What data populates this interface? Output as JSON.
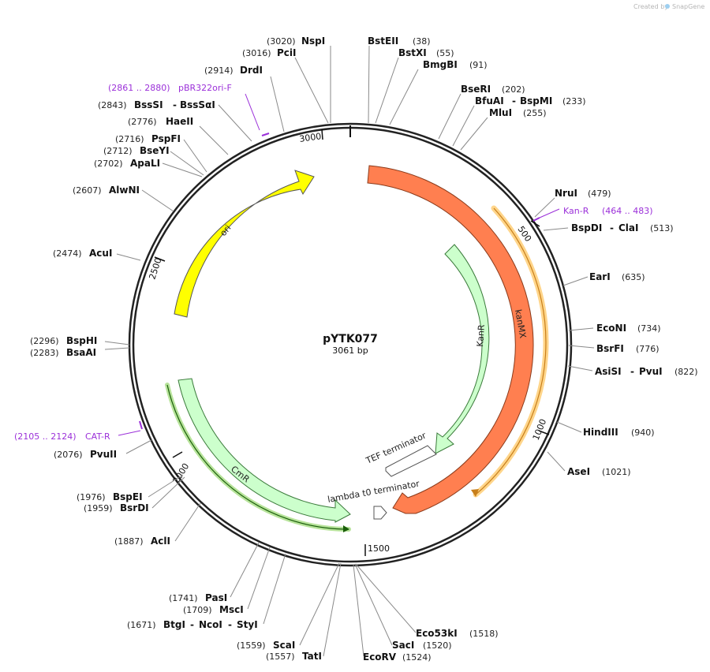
{
  "plasmid": {
    "name": "pYTK077",
    "size_label": "3061 bp",
    "length": 3061
  },
  "credit": {
    "prefix": "Created by",
    "brand": "SnapGene"
  },
  "ticks": [
    "500",
    "1000",
    "1500",
    "2000",
    "2500",
    "3000"
  ],
  "sites": {
    "NspI": {
      "name": "NspI",
      "pos": "(3020)"
    },
    "PciI": {
      "name": "PciI",
      "pos": "(3016)"
    },
    "BstEII": {
      "name": "BstEII",
      "pos": "(38)"
    },
    "BstXI": {
      "name": "BstXI",
      "pos": "(55)"
    },
    "BmgBI": {
      "name": "BmgBI",
      "pos": "(91)"
    },
    "DrdI": {
      "name": "DrdI",
      "pos": "(2914)"
    },
    "BseRI": {
      "name": "BseRI",
      "pos": "(202)"
    },
    "BfuAI": {
      "name": "BfuAI",
      "pos": "(233)"
    },
    "BspMI": {
      "name": "BspMI"
    },
    "MluI": {
      "name": "MluI",
      "pos": "(255)"
    },
    "BssSI": {
      "name": "BssSI",
      "pos": "(2843)"
    },
    "BssSaI": {
      "name": "BssSαI"
    },
    "HaeII": {
      "name": "HaeII",
      "pos": "(2776)"
    },
    "PspFI": {
      "name": "PspFI",
      "pos": "(2716)"
    },
    "BseYI": {
      "name": "BseYI",
      "pos": "(2712)"
    },
    "ApaLI": {
      "name": "ApaLI",
      "pos": "(2702)"
    },
    "AlwNI": {
      "name": "AlwNI",
      "pos": "(2607)"
    },
    "NruI": {
      "name": "NruI",
      "pos": "(479)"
    },
    "BspDI": {
      "name": "BspDI",
      "pos": "(513)"
    },
    "ClaI": {
      "name": "ClaI"
    },
    "AcuI": {
      "name": "AcuI",
      "pos": "(2474)"
    },
    "EarI": {
      "name": "EarI",
      "pos": "(635)"
    },
    "EcoNI": {
      "name": "EcoNI",
      "pos": "(734)"
    },
    "BsrFI": {
      "name": "BsrFI",
      "pos": "(776)"
    },
    "AsiSI": {
      "name": "AsiSI",
      "pos": "(822)"
    },
    "PvuI": {
      "name": "PvuI"
    },
    "BspHI": {
      "name": "BspHI",
      "pos": "(2296)"
    },
    "BsaAI": {
      "name": "BsaAI",
      "pos": "(2283)"
    },
    "HindIII": {
      "name": "HindIII",
      "pos": "(940)"
    },
    "PvuII": {
      "name": "PvuII",
      "pos": "(2076)"
    },
    "AseI": {
      "name": "AseI",
      "pos": "(1021)"
    },
    "BspEI": {
      "name": "BspEI",
      "pos": "(1976)"
    },
    "BsrDI": {
      "name": "BsrDI",
      "pos": "(1959)"
    },
    "AclI": {
      "name": "AclI",
      "pos": "(1887)"
    },
    "PasI": {
      "name": "PasI",
      "pos": "(1741)"
    },
    "MscI": {
      "name": "MscI",
      "pos": "(1709)"
    },
    "BtgI": {
      "name": "BtgI",
      "pos": "(1671)"
    },
    "NcoI": {
      "name": "NcoI"
    },
    "StyI": {
      "name": "StyI"
    },
    "Eco53kI": {
      "name": "Eco53kI",
      "pos": "(1518)"
    },
    "ScaI": {
      "name": "ScaI",
      "pos": "(1559)"
    },
    "SacI": {
      "name": "SacI",
      "pos": "(1520)"
    },
    "TatI": {
      "name": "TatI",
      "pos": "(1557)"
    },
    "EcoRV": {
      "name": "EcoRV",
      "pos": "(1524)"
    }
  },
  "primers": {
    "pBR322ori_F": {
      "range": "(2861 .. 2880)",
      "name": "pBR322ori-F"
    },
    "Kan_R": {
      "name": "Kan-R",
      "range": "(464 .. 483)"
    },
    "CAT_R": {
      "range": "(2105 .. 2124)",
      "name": "CAT-R"
    }
  },
  "features": {
    "ori": "ori",
    "kanMX": "kanMX",
    "KanR": "KanR",
    "CmR": "CmR",
    "TEF_terminator": "TEF terminator",
    "lambda_t0_terminator": "lambda t0 terminator"
  },
  "colors": {
    "ori": "#ffff00",
    "kanMX": "#ff7f50",
    "KanR": "#ccffcc",
    "CmR": "#ccffcc",
    "primer": "#9b30d9",
    "orf_highlight": "#ffc766",
    "cmr_highlight": "#9bd86a"
  }
}
